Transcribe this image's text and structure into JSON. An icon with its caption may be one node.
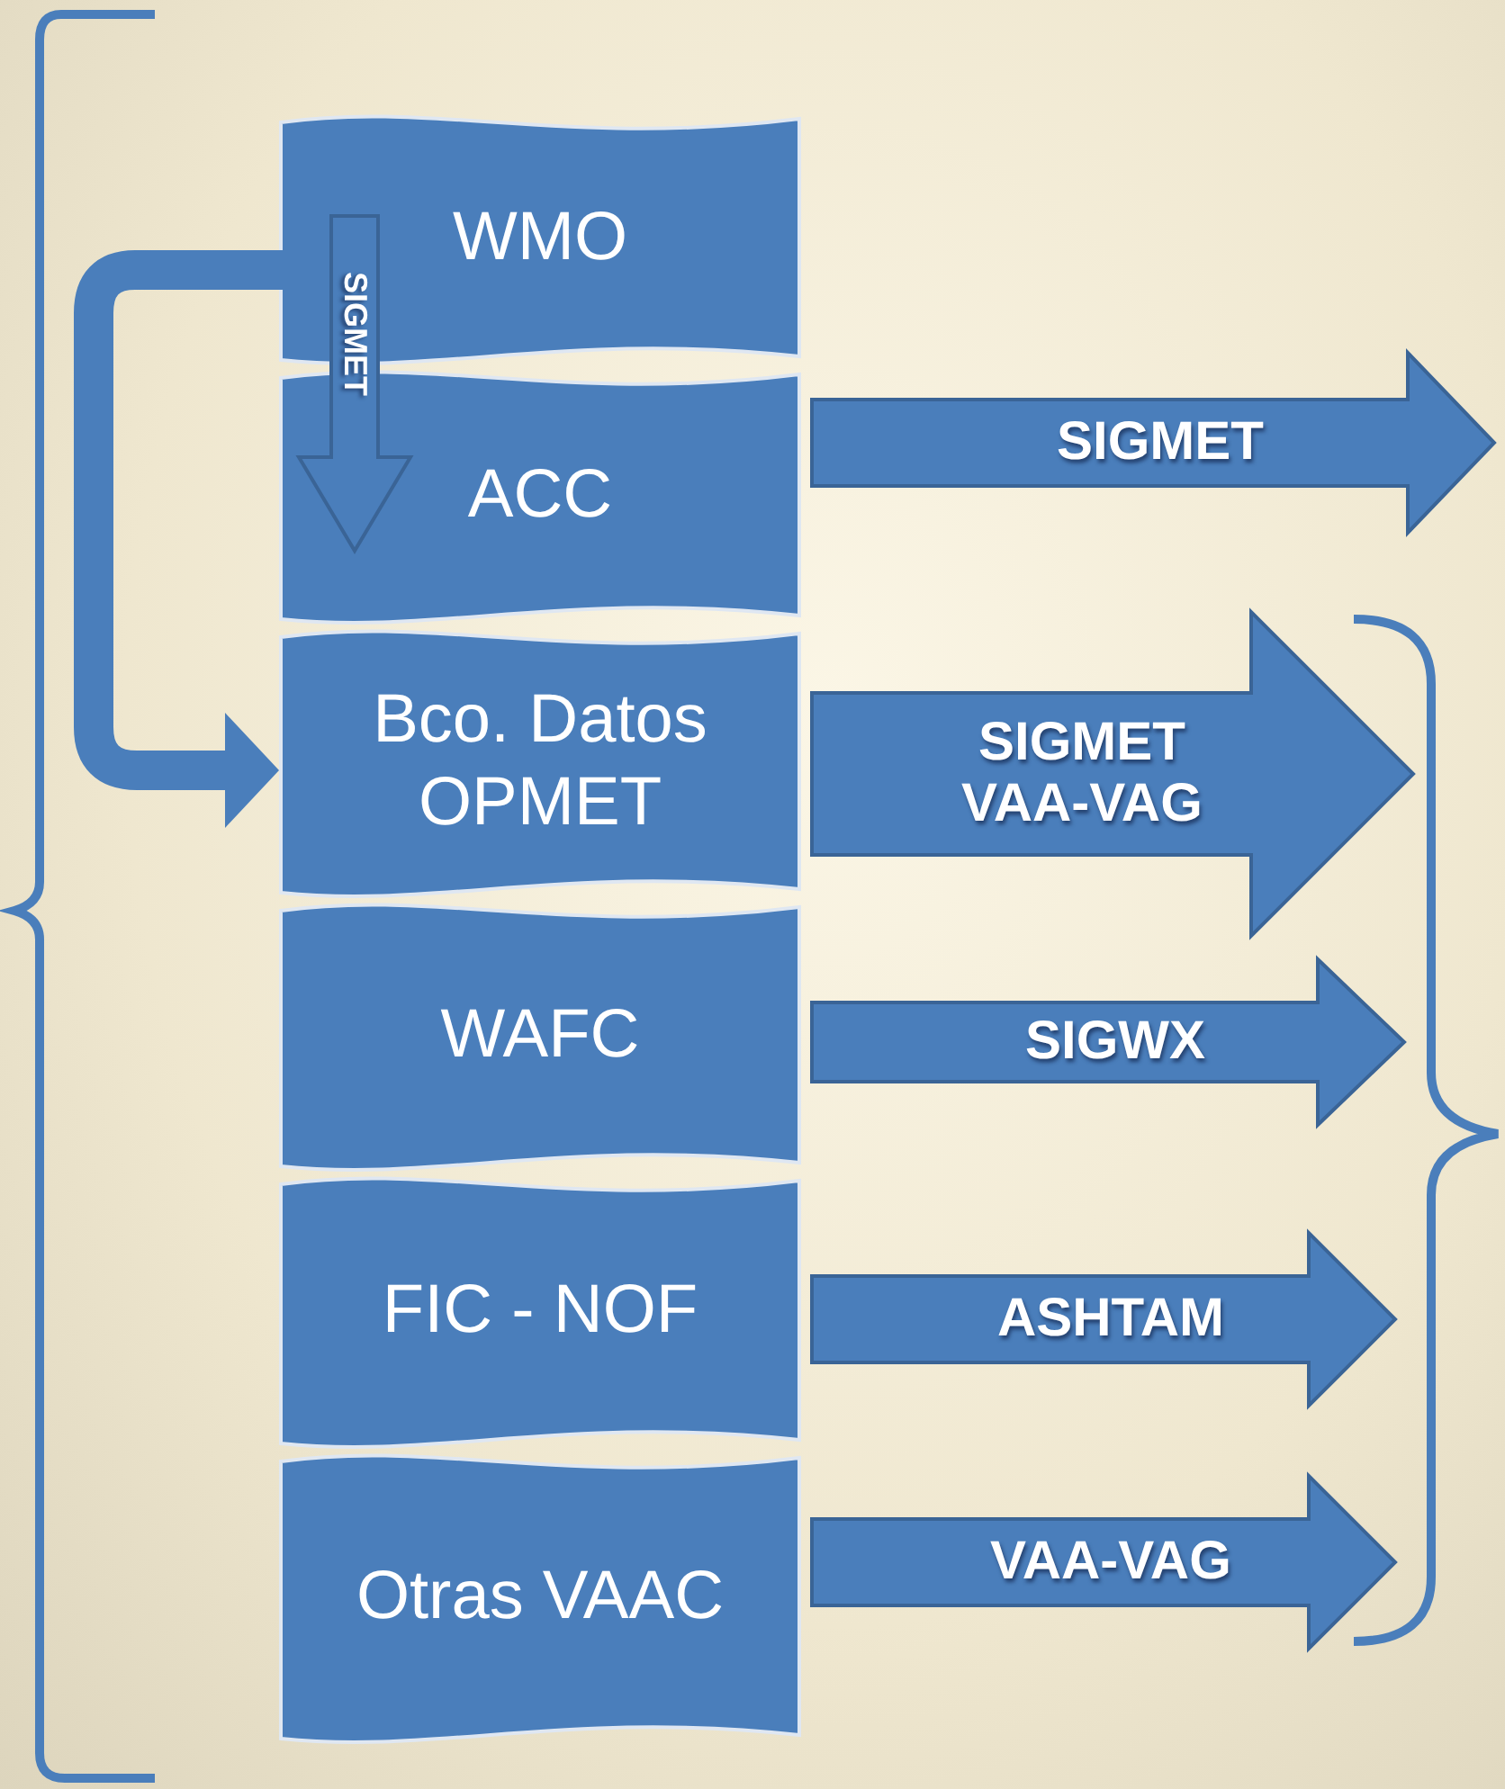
{
  "diagram": {
    "nodes": [
      {
        "text": [
          "WMO"
        ]
      },
      {
        "text": [
          "ACC"
        ]
      },
      {
        "text": [
          "Bco. Datos OPMET"
        ]
      },
      {
        "text": [
          "WAFC"
        ]
      },
      {
        "text": [
          "FIC - NOF"
        ]
      },
      {
        "text": [
          "Otras VAAC"
        ]
      }
    ],
    "edges": [
      {
        "from": 0,
        "to": 1,
        "arrow": "to",
        "label": "SIGMET"
      },
      {
        "from": 0,
        "to": 2,
        "arrow": "to"
      },
      {
        "from": 1,
        "to": null,
        "arrow": "to",
        "label": "SIGMET"
      },
      {
        "from": 2,
        "to": null,
        "arrow": "to",
        "label": "SIGMET VAA-VAG"
      },
      {
        "from": 3,
        "to": null,
        "arrow": "to",
        "label": "SIGWX"
      },
      {
        "from": 4,
        "to": null,
        "arrow": "to",
        "label": "ASHTAM"
      },
      {
        "from": 5,
        "to": null,
        "arrow": "to",
        "label": "VAA-VAG"
      }
    ]
  }
}
